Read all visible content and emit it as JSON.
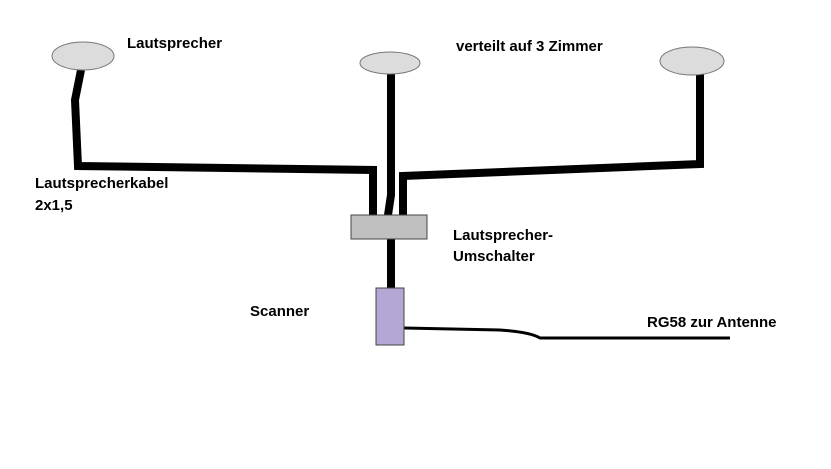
{
  "labels": {
    "speakers": "Lautsprecher",
    "rooms": "verteilt auf 3 Zimmer",
    "cable_line1": "Lautsprecherkabel",
    "cable_line2": "2x1,5",
    "switch_line1": "Lautsprecher-",
    "switch_line2": "Umschalter",
    "scanner": "Scanner",
    "antenna_cable": "RG58 zur Antenne"
  },
  "colors": {
    "speaker_fill": "#dcdcdc",
    "switch_fill": "#c0c0c0",
    "scanner_fill": "#b4a7d6",
    "wire": "#000000"
  }
}
